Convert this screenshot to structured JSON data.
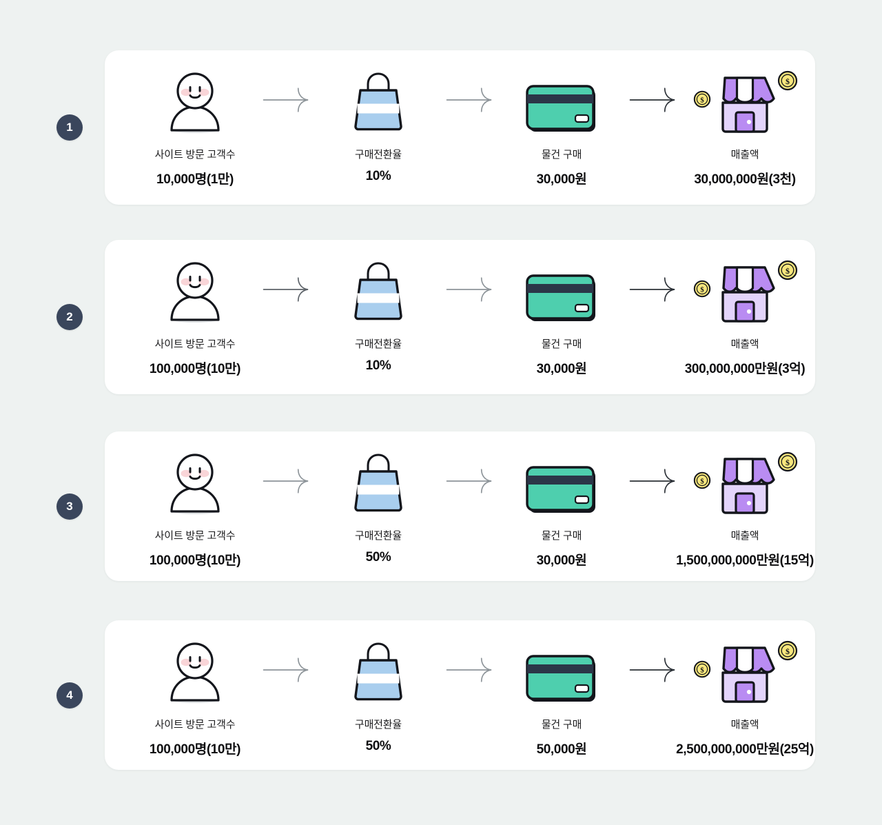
{
  "background_color": "#eef2f1",
  "card_color": "#ffffff",
  "badge_color": "#3a465c",
  "palette": {
    "bag_blue": "#a9ceee",
    "card_green": "#4ecfae",
    "card_stripe": "#2b3648",
    "store_purple": "#b98cf2",
    "store_light": "#e3d4fb",
    "coin_yellow": "#f7e67c",
    "blush_pink": "#f9d5d8",
    "outline": "#14161c",
    "arrow_gray": "#8d9499"
  },
  "stage_icons": [
    "person-icon",
    "shopping-bag-icon",
    "credit-card-icon",
    "storefront-icon"
  ],
  "arrow_icon": "arrow-right-icon",
  "scenarios": [
    {
      "badge": "1",
      "stages": [
        {
          "icon": "person-icon",
          "label": "사이트 방문 고객수",
          "value": "10,000명(1만)"
        },
        {
          "icon": "shopping-bag-icon",
          "label": "구매전환율",
          "value": "10%"
        },
        {
          "icon": "credit-card-icon",
          "label": "물건 구매",
          "value": "30,000원"
        },
        {
          "icon": "storefront-icon",
          "label": "매출액",
          "value": "30,000,000원(3천)"
        }
      ]
    },
    {
      "badge": "2",
      "stages": [
        {
          "icon": "person-icon",
          "label": "사이트 방문 고객수",
          "value": "100,000명(10만)"
        },
        {
          "icon": "shopping-bag-icon",
          "label": "구매전환율",
          "value": "10%"
        },
        {
          "icon": "credit-card-icon",
          "label": "물건 구매",
          "value": "30,000원"
        },
        {
          "icon": "storefront-icon",
          "label": "매출액",
          "value": "300,000,000만원(3억)"
        }
      ]
    },
    {
      "badge": "3",
      "stages": [
        {
          "icon": "person-icon",
          "label": "사이트 방문 고객수",
          "value": "100,000명(10만)"
        },
        {
          "icon": "shopping-bag-icon",
          "label": "구매전환율",
          "value": "50%"
        },
        {
          "icon": "credit-card-icon",
          "label": "물건 구매",
          "value": "30,000원"
        },
        {
          "icon": "storefront-icon",
          "label": "매출액",
          "value": "1,500,000,000만원(15억)"
        }
      ]
    },
    {
      "badge": "4",
      "stages": [
        {
          "icon": "person-icon",
          "label": "사이트 방문 고객수",
          "value": "100,000명(10만)"
        },
        {
          "icon": "shopping-bag-icon",
          "label": "구매전환율",
          "value": "50%"
        },
        {
          "icon": "credit-card-icon",
          "label": "물건 구매",
          "value": "50,000원"
        },
        {
          "icon": "storefront-icon",
          "label": "매출액",
          "value": "2,500,000,000만원(25억)"
        }
      ]
    }
  ]
}
